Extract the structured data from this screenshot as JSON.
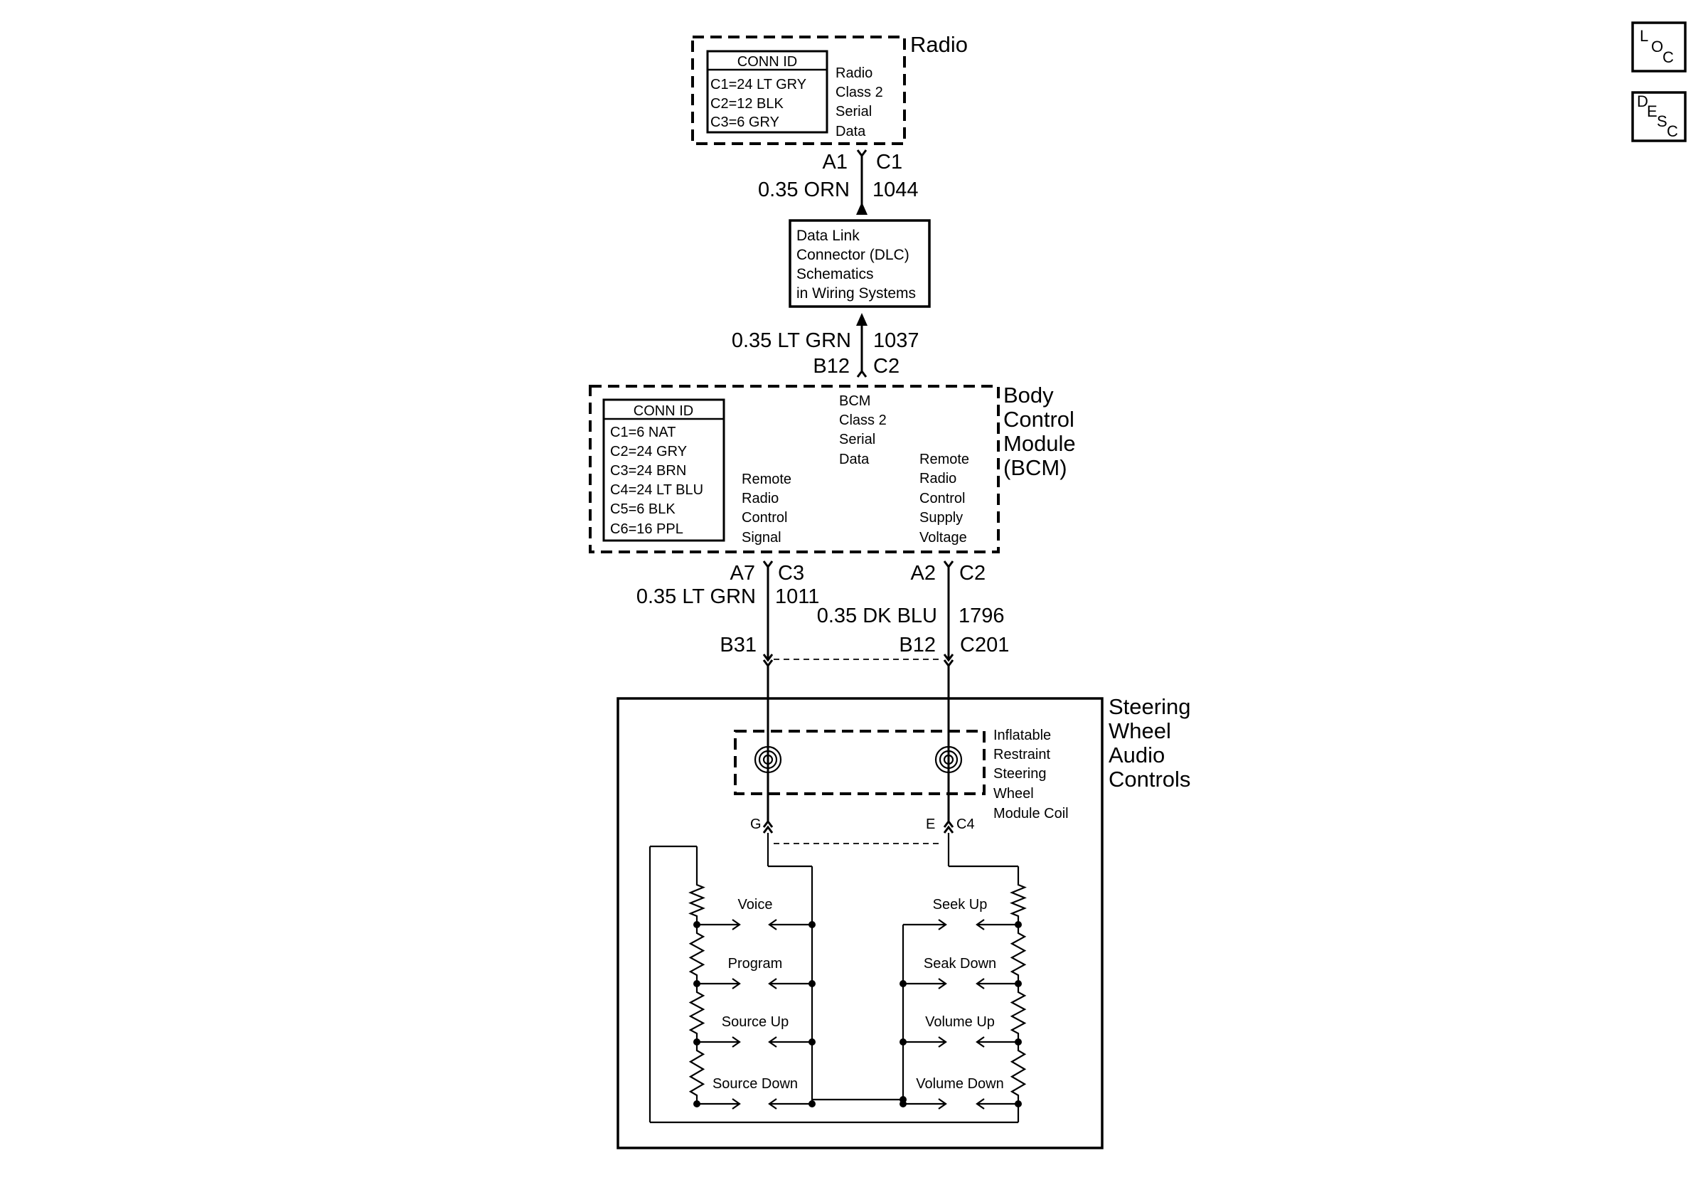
{
  "nav": {
    "loc_label": "LOC",
    "desc_label": "DESC"
  },
  "radio": {
    "title": "Radio",
    "conn_header": "CONN ID",
    "conn_list": [
      "C1=24 LT GRY",
      "C2=12 BLK",
      "C3=6 GRY"
    ],
    "serial_lines": [
      "Radio",
      "Class 2",
      "Serial",
      "Data"
    ]
  },
  "wire_radio_dlc": {
    "pin": "A1",
    "conn": "C1",
    "gauge_color": "0.35 ORN",
    "circuit": "1044"
  },
  "dlc": {
    "lines": [
      "Data Link",
      "Connector (DLC)",
      "Schematics",
      "in Wiring Systems"
    ]
  },
  "wire_dlc_bcm": {
    "gauge_color": "0.35 LT GRN",
    "circuit": "1037",
    "pin": "B12",
    "conn": "C2"
  },
  "bcm": {
    "title_lines": [
      "Body",
      "Control",
      "Module",
      "(BCM)"
    ],
    "conn_header": "CONN ID",
    "conn_list": [
      "C1=6 NAT",
      "C2=24 GRY",
      "C3=24 BRN",
      "C4=24 LT BLU",
      "C5=6 BLK",
      "C6=16 PPL"
    ],
    "serial_lines": [
      "BCM",
      "Class 2",
      "Serial",
      "Data"
    ],
    "signal_lines": [
      "Remote",
      "Radio",
      "Control",
      "Signal"
    ],
    "supply_lines": [
      "Remote",
      "Radio",
      "Control",
      "Supply",
      "Voltage"
    ]
  },
  "wire_signal": {
    "pin": "A7",
    "conn": "C3",
    "gauge_color": "0.35 LT GRN",
    "circuit": "1011",
    "inline_pin": "B31"
  },
  "wire_supply": {
    "pin": "A2",
    "conn": "C2",
    "gauge_color": "0.35 DK BLU",
    "circuit": "1796",
    "inline_pin": "B12",
    "inline_conn": "C201"
  },
  "swc": {
    "title_lines": [
      "Steering",
      "Wheel",
      "Audio",
      "Controls"
    ],
    "coil_lines": [
      "Inflatable",
      "Restraint",
      "Steering",
      "Wheel",
      "Module Coil"
    ],
    "coil_pin_left": "G",
    "coil_pin_right": "E",
    "coil_conn": "C4",
    "left_switches": [
      "Voice",
      "Program",
      "Source Up",
      "Source Down"
    ],
    "right_switches": [
      "Seek Up",
      "Seak Down",
      "Volume Up",
      "Volume Down"
    ]
  }
}
